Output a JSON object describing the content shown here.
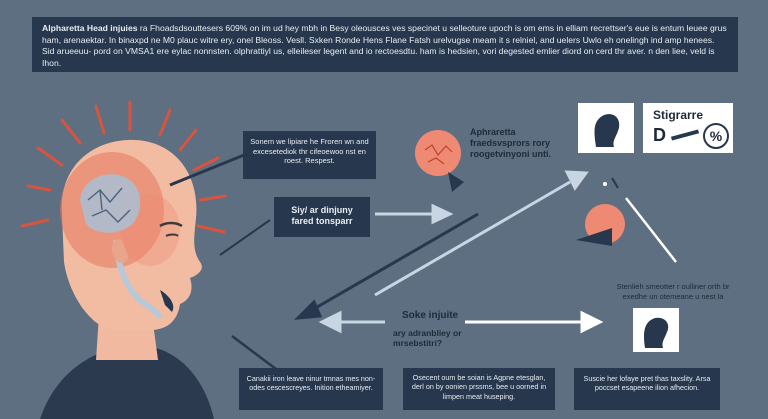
{
  "header": {
    "title": "Alpharetta Head injuies",
    "text": "ra Fhoadsdsouttesers 609% on im ud hey mbh in Besy oleousces ves specinet u selleoture upoch is om ems in elliam recrettser's eue is entum leuee grus ham, arenaektar. In binaxpd ne M0 plauc witre ery, onel Bleoss. Vesll. Sxken Ronde Hens Flane Fatsh urelvugse meam it s relniel, and uelers Uwlo eh onelingh ind amp henees. Sid arueeuu- pord on VMSA1 ere eylac nonnsten. olphrattiyl us, elleileser legent and io rectoesdtu. ham is hedsien, vori degested emlier diord on cerd thr aver. n den liee, veld is Ihon."
  },
  "callout_top": "Sonem we lipiare he Froren wn and excesetediok thr cifeoewoo nst en roest. Respest.",
  "callout_mid": "Siy/ ar dinjuny fared tonsparr",
  "right_label": "Aphraretta fraedsvsprors rory roogetvinyoni unti.",
  "stigraph": {
    "title": "Stigrarre",
    "letter": "D",
    "symbol": "%"
  },
  "right_mid_text": "Stenlieh smeotter r oulliner orth br exedhe un otemeane u nest la",
  "center_label": "Soke injuite",
  "center_sub": "ary adranbliey or mrsebstitri?",
  "bottom_boxes": [
    "Canakii iron leave ninur tmnas mes non- odes cescescreyes. Inition etheamiyer.",
    "Osecent oum be soian is Agpne etesglan, derl on by oonien prssms, bee u oorned in limpen meat huseping.",
    "Suscie her lofaye pret thas taxslity. Arsa poccset esapeene ilion afhecion."
  ]
}
